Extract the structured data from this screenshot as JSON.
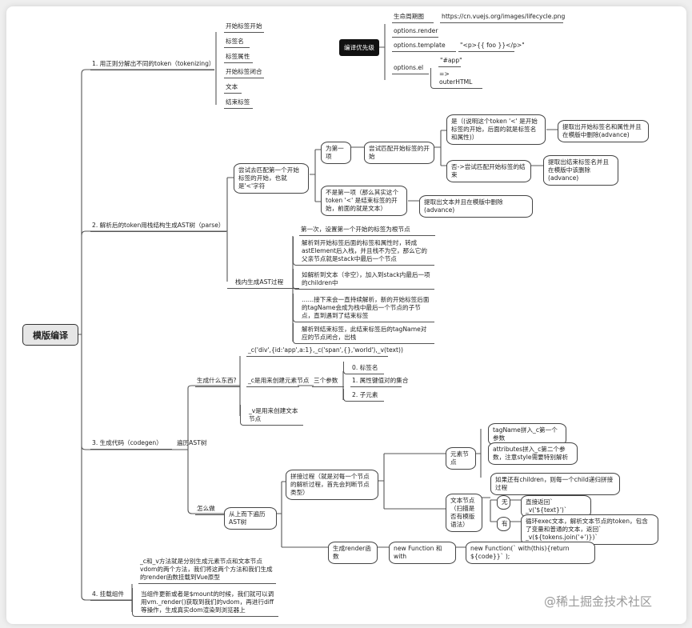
{
  "root": "模版编译",
  "priority": {
    "label": "编译优先级",
    "lifecycle": "生命周期图",
    "lifecycle_url": "https://cn.vuejs.org/images/lifecycle.png",
    "render": "options.render",
    "template": "options.template",
    "template_value": "\"<p>{{ foo }}</p>\"",
    "el": "options.el",
    "el_value": "\"#app\"",
    "el_result": "=> outerHTML"
  },
  "b1": {
    "label": "1. 用正则分解出不同的token（tokenizing）",
    "items": [
      "开始标签开始",
      "标签名",
      "标签属性",
      "开始标签闭合",
      "文本",
      "结束标签"
    ]
  },
  "b2": {
    "label": "2. 解析后的token用栈结构生成AST树（parse）",
    "try_match": "尝试去匹配第一个开始标签的开始，也就是'<'字符",
    "first": "为第一项",
    "try_start": "尝试匹配开始标签的开始",
    "yes": "是（(说明这个token '<' 是开始标签的开始，后面的就是标签名和属性)）",
    "yes_result": "提取出开始标签名和属性并且在模版中删除(advance)",
    "no": "否->尝试匹配开始标签的结束",
    "no_result": "提取出结束标签名并且在模版中该删除(advance)",
    "not_first": "不是第一项（那么其实这个token '<' 是结束标签的开始，前面的就是文本）",
    "not_first_result": "提取出文本并且在模版中删除(advance)",
    "stack_label": "栈内生成AST过程",
    "stack_items": [
      "第一次，设置第一个开始的标签为根节点",
      "解析到开始标签后面的标签和属性时，转成astElement后入栈，并且栈不为空，那么它的父亲节点就是stack中最后一个节点",
      "如解析到文本（非空），加入到stack内最后一项的children中",
      "……接下来会一直持续解析，新的开始标签后面的tagName会成为栈中最后一个节点的子节点，直到遇到了结束标签",
      "解析到结束标签，此结束标签后的tagName对应的节点闭合，出栈"
    ]
  },
  "b3": {
    "label": "3. 生成代码（codegen）",
    "traverse": "遍历AST树",
    "what": "生成什么东西?",
    "example": "_c('div',{id:'app',a:1},_c('span',{},'world'),_v(text))",
    "c_desc": "_c是用来创建元素节点",
    "three_params": "三个参数",
    "params": [
      "0. 标签名",
      "1. 属性键值对的集合",
      "2. 子元素"
    ],
    "v_desc": "_v是用来创建文本节点",
    "how": "怎么做",
    "top_down": "从上而下遍历AST树",
    "concat": "拼接过程（就是对每一个节点的解析过程，首先会判断节点类型）",
    "element_node": "元素节点",
    "el_items": [
      "tagName拼入_c第一个参数",
      "attributes拼入_c第二个参数，注意style需要特别解析",
      "如果还有children，则每一个child递归拼接过程"
    ],
    "text_node": "文本节点（扫描是否有模版语法）",
    "none": "无",
    "none_result": "直接返回` _v('${text}')`",
    "has": "有",
    "has_result": "循环exec文本，解析文本节点的token，包含了变量和普通的文本，返回` _v(${tokens.join('+')})`",
    "render_fn": "生成render函数",
    "new_fn_with": "new Function 和 with",
    "new_fn_code": "new Function(` with(this){return ${code}}` );"
  },
  "b4": {
    "label": "4. 挂载组件",
    "items": [
      "_c和_v方法就是分别生成元素节点和文本节点vdom的两个方法，我们将这两个方法和我们生成的render函数挂载到Vue原型",
      "当组件更新或者是$mount的时候，我们就可以调用vm._render()获取到我们的vdom，再进行diff等操作，生成真实dom渲染到浏览器上"
    ]
  },
  "watermark": "@稀土掘金技术社区"
}
